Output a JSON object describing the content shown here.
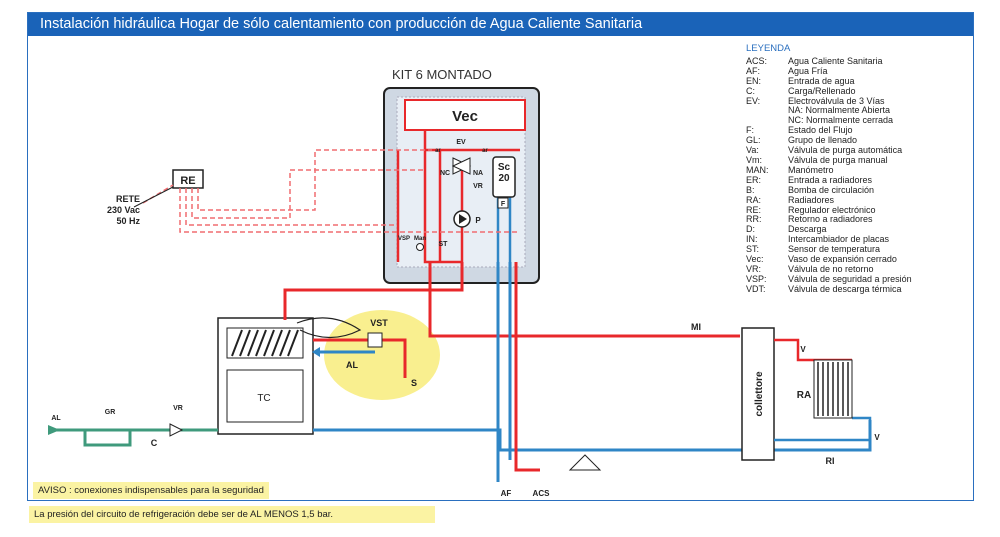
{
  "header": {
    "title": "Instalación hidráulica Hogar de sólo calentamiento con producción de Agua Caliente Sanitaria"
  },
  "kit": {
    "title": "KIT 6 MONTADO"
  },
  "legend": {
    "heading": "LEYENDA",
    "items": [
      {
        "key": "ACS:",
        "value": "Agua Caliente Sanitaria"
      },
      {
        "key": "AF:",
        "value": "Agua Fría"
      },
      {
        "key": "EN:",
        "value": "Entrada de agua"
      },
      {
        "key": "C:",
        "value": "Carga/Rellenado"
      },
      {
        "key": "EV:",
        "value": "Electroválvula de 3 Vías"
      },
      {
        "key": "",
        "value": "NA: Normalmente Abierta"
      },
      {
        "key": "",
        "value": "NC: Normalmente cerrada"
      },
      {
        "key": "F:",
        "value": "Estado del Flujo"
      },
      {
        "key": "GL:",
        "value": "Grupo de llenado"
      },
      {
        "key": "Va:",
        "value": "Válvula de purga automática"
      },
      {
        "key": "Vm:",
        "value": "Válvula de purga manual"
      },
      {
        "key": "MAN:",
        "value": "Manómetro"
      },
      {
        "key": "ER:",
        "value": "Entrada a radiadores"
      },
      {
        "key": "B:",
        "value": "Bomba de circulación"
      },
      {
        "key": "RA:",
        "value": "Radiadores"
      },
      {
        "key": "RE:",
        "value": "Regulador electrónico"
      },
      {
        "key": "RR:",
        "value": "Retorno a radiadores"
      },
      {
        "key": "D:",
        "value": "Descarga"
      },
      {
        "key": "IN:",
        "value": "Intercambiador de placas"
      },
      {
        "key": "ST:",
        "value": "Sensor de temperatura"
      },
      {
        "key": "Vec:",
        "value": "Vaso de expansión cerrado"
      },
      {
        "key": "VR:",
        "value": "Válvula de no retorno"
      },
      {
        "key": "VSP:",
        "value": "Válvula de seguridad a presión"
      },
      {
        "key": "VDT:",
        "value": "Válvula de descarga térmica"
      }
    ]
  },
  "rete": {
    "line1": "RETE",
    "line2": "230 Vac",
    "line3": "50 Hz"
  },
  "labels": {
    "vec": "Vec",
    "re": "RE",
    "ev": "EV",
    "nc": "NC",
    "na": "NA",
    "vr": "VR",
    "p": "P",
    "sc": "Sc",
    "sc_num": "20",
    "f": "F",
    "vsp": "VSP",
    "man": "Man",
    "st": "ST",
    "vst": "VST",
    "al": "AL",
    "s": "S",
    "tc": "TC",
    "mi": "MI",
    "v_top": "V",
    "v_bottom": "V",
    "ra": "RA",
    "ri": "RI",
    "collettore": "collettore",
    "af": "AF",
    "acs": "ACS",
    "al_in": "AL",
    "gr": "GR",
    "vr_in": "VR",
    "c": "C",
    "va": "ar",
    "vm": "ar"
  },
  "notes": {
    "aviso": "AVISO : conexiones indispensables para la seguridad",
    "pressure": "La presión del circuito de refrigeración debe ser de AL MENOS 1,5 bar."
  },
  "colors": {
    "hot": "#e8282b",
    "cold": "#2f86c6",
    "fill": "#3f9a7c",
    "title_bg": "#1a63b8",
    "highlight": "#f9ef8f"
  }
}
